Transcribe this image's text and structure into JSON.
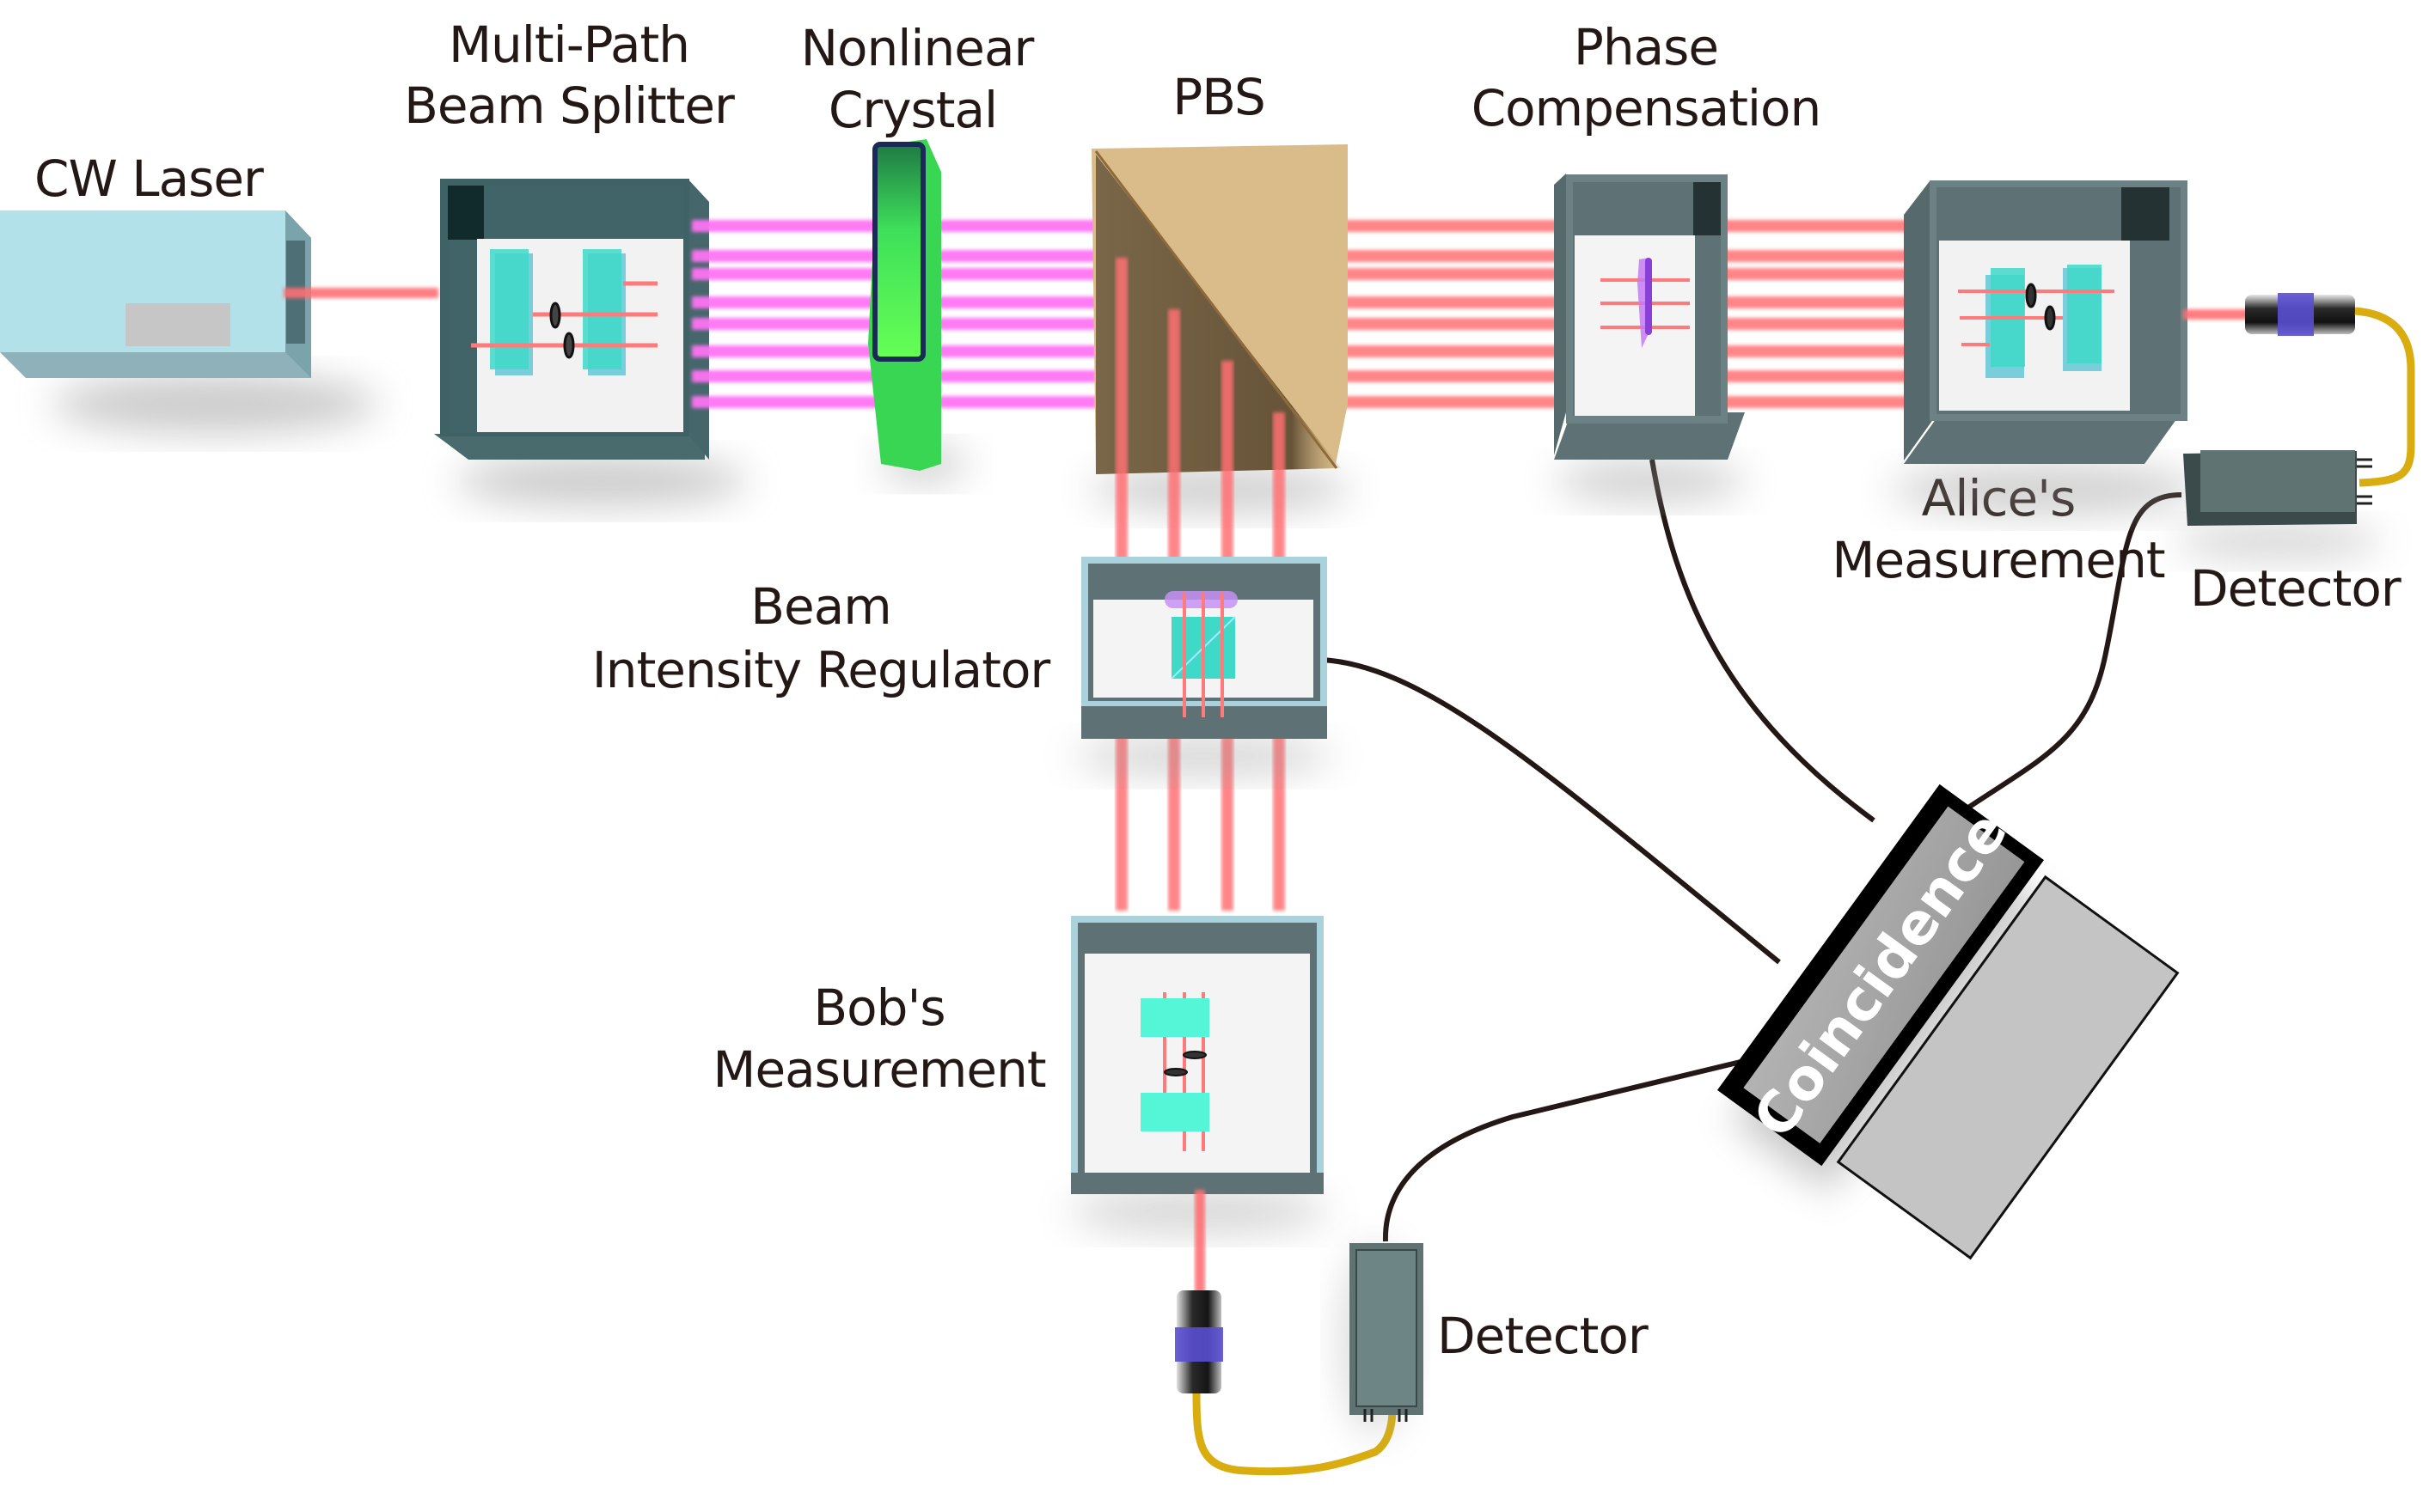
{
  "diagram": {
    "title": "Multi-path entangled photon source and measurement setup",
    "labels": {
      "cw_laser": "CW Laser",
      "multi_path_bs_line1": "Multi-Path",
      "multi_path_bs_line2": "Beam Splitter",
      "nonlinear_line1": "Nonlinear",
      "nonlinear_line2": "Crystal",
      "pbs": "PBS",
      "phase_line1": "Phase",
      "phase_line2": "Compensation",
      "alice_line1": "Alice's",
      "alice_line2": "Measurement",
      "detector_alice": "Detector",
      "bir_line1": "Beam",
      "bir_line2": "Intensity Regulator",
      "bob_line1": "Bob's",
      "bob_line2": "Measurement",
      "detector_bob": "Detector",
      "coincidence": "Coincidence"
    },
    "components": [
      {
        "id": "cw-laser",
        "name": "CW Laser"
      },
      {
        "id": "multi-path-beam-splitter",
        "name": "Multi-Path Beam Splitter"
      },
      {
        "id": "nonlinear-crystal",
        "name": "Nonlinear Crystal"
      },
      {
        "id": "pbs",
        "name": "PBS"
      },
      {
        "id": "phase-compensation",
        "name": "Phase Compensation"
      },
      {
        "id": "alice-measurement",
        "name": "Alice's Measurement"
      },
      {
        "id": "alice-detector",
        "name": "Detector"
      },
      {
        "id": "beam-intensity-regulator",
        "name": "Beam Intensity Regulator"
      },
      {
        "id": "bob-measurement",
        "name": "Bob's Measurement"
      },
      {
        "id": "bob-detector",
        "name": "Detector"
      },
      {
        "id": "coincidence-counter",
        "name": "Coincidence"
      }
    ],
    "beam_paths": {
      "horizontal_count": 8,
      "vertical_count": 4
    },
    "colors": {
      "pump_beam": "#ff73f5",
      "signal_beam": "#ff6f73",
      "laser_body": "#a9d9e3",
      "box_dark": "#4a6b6e",
      "box_grey": "#5e7275",
      "crystal": "#45e85a",
      "pbs": "#d9bc8a",
      "optic_cyan": "#3fd9c8",
      "cable": "#231815",
      "fiber": "#e0b400",
      "coincidence_face": "#a3a3a3"
    }
  }
}
